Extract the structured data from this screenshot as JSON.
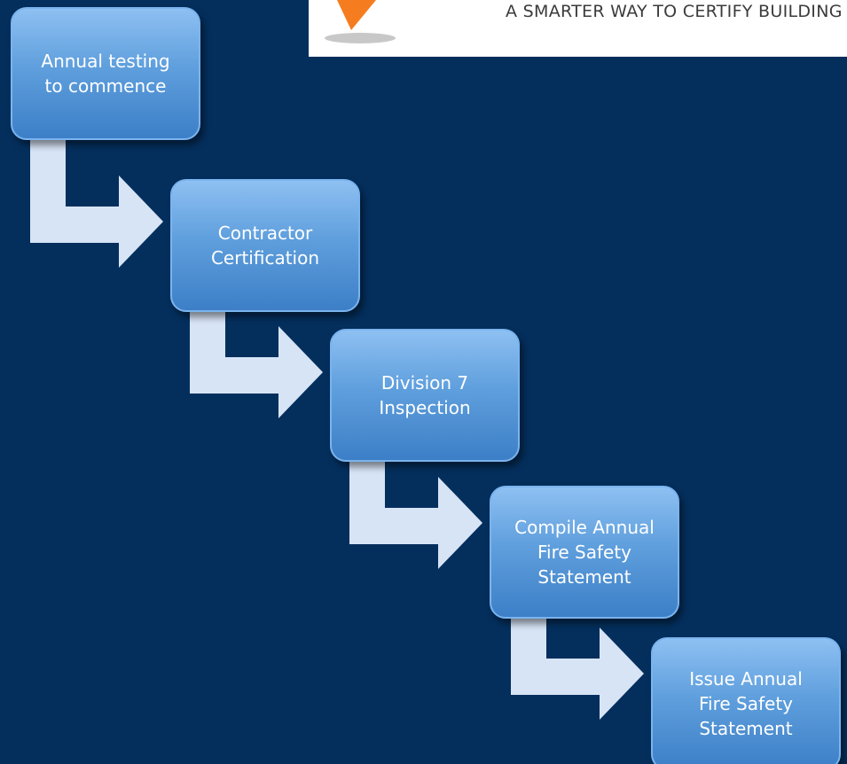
{
  "logo": {
    "tagline": "A SMARTER WAY TO CERTIFY BUILDING"
  },
  "colors": {
    "background": "#042f5d",
    "box_fill": "#5f9fdd",
    "arrow_fill": "#d7e4f6",
    "logo_orange": "#f57c1f"
  },
  "steps": [
    {
      "label": "Annual testing\nto commence"
    },
    {
      "label": "Contractor\nCertification"
    },
    {
      "label": "Division 7\nInspection"
    },
    {
      "label": "Compile Annual\nFire Safety\nStatement"
    },
    {
      "label": "Issue Annual\nFire Safety\nStatement"
    }
  ]
}
